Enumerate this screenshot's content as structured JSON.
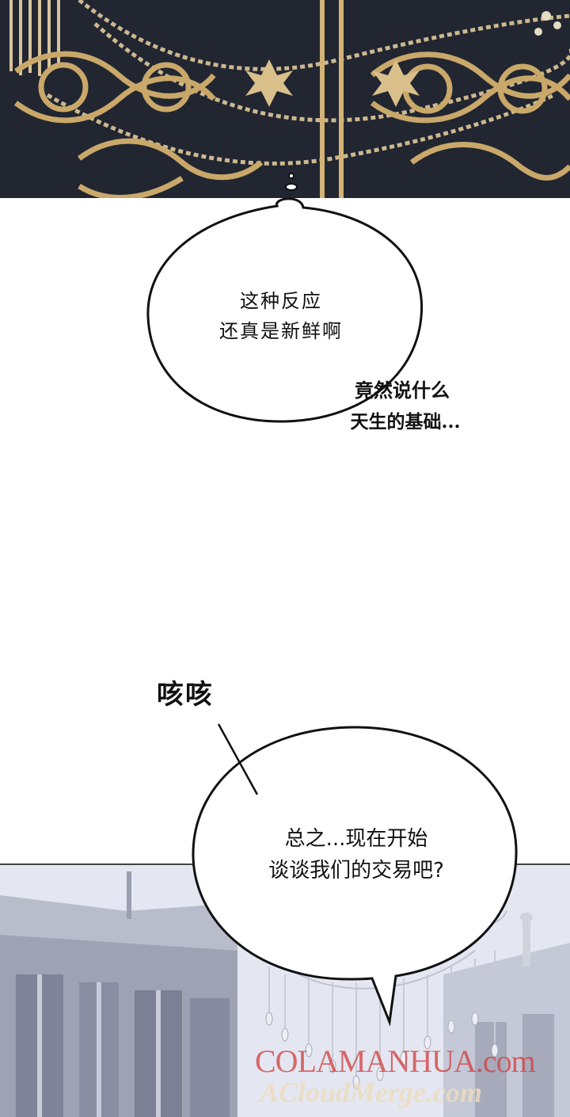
{
  "dialogue": {
    "bubble1": {
      "line1": "这种反应",
      "line2": "还真是新鲜啊"
    },
    "aside": {
      "line1": "竟然说什么",
      "line2": "天生的基础..."
    },
    "sfx": "咳咳",
    "bubble2": {
      "line1": "总之...现在开始",
      "line2": "谈谈我们的交易吧?"
    }
  },
  "watermark": {
    "line1": "COLAMANHUA.com",
    "line2": "ACloudMerge.com"
  },
  "colors": {
    "dark_panel": "#1c212a",
    "gold": "#c9a86a",
    "castle_sky": "#dfe3ef"
  }
}
